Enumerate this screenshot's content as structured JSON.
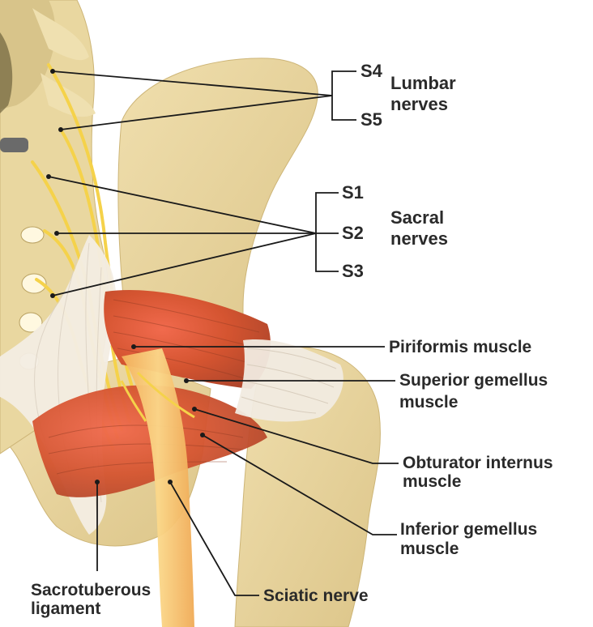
{
  "labels": {
    "s4": "S4",
    "s5": "S5",
    "lumbar_line1": "Lumbar",
    "lumbar_line2": "nerves",
    "s1": "S1",
    "s2": "S2",
    "s3": "S3",
    "sacral_line1": "Sacral",
    "sacral_line2": "nerves",
    "piriformis": "Piriformis muscle",
    "superior_gemellus_line1": "Superior gemellus",
    "superior_gemellus_line2": "muscle",
    "obturator_internus_line1": "Obturator internus",
    "obturator_internus_line2": "muscle",
    "inferior_gemellus_line1": "Inferior gemellus",
    "inferior_gemellus_line2": "muscle",
    "sacrotuberous_line1": "Sacrotuberous",
    "sacrotuberous_line2": "ligament",
    "sciatic_nerve": "Sciatic nerve"
  },
  "colors": {
    "bone": "#ecd9a1",
    "bone_shadow": "#d9c184",
    "spine_dark": "#8a7a4a",
    "muscle": "#d0562f",
    "muscle_highlight": "#ee6b4b",
    "tendon": "#f1ebe0",
    "ligament": "#f4efe6",
    "nerve": "#f5d24a",
    "sciatic": "#f6c070",
    "leader": "#1a1a1a"
  }
}
